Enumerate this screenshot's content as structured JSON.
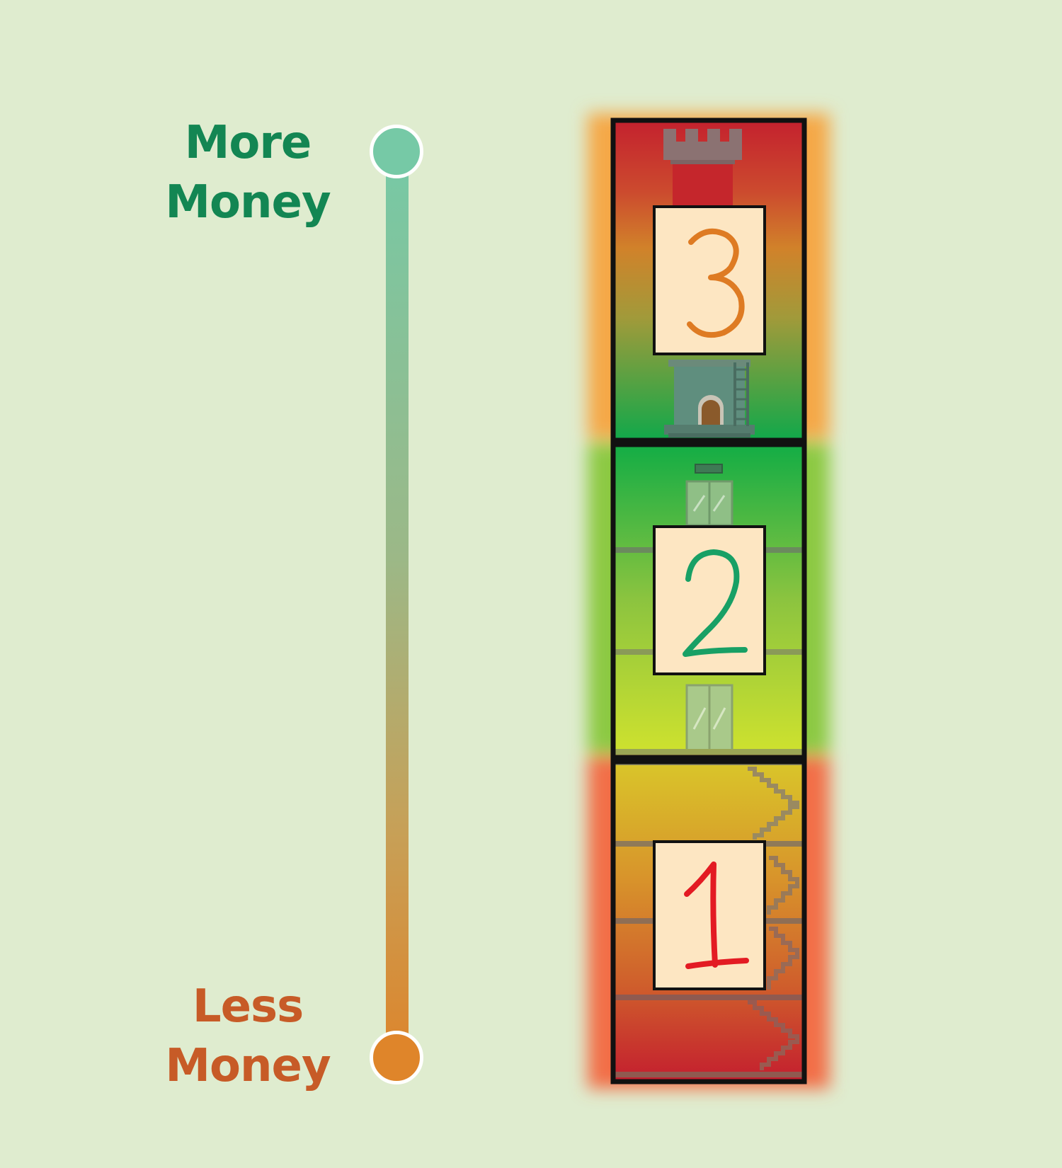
{
  "scale": {
    "top_label": [
      "More",
      "Money"
    ],
    "bottom_label": [
      "Less",
      "Money"
    ],
    "colors": {
      "top": "#76c9a6",
      "bottom": "#df852a",
      "top_text": "#138653",
      "bottom_text": "#c75b27"
    }
  },
  "levels": [
    {
      "number": "3",
      "color": "#de7b23",
      "scene": "castle-tower",
      "glow": "#f5a847"
    },
    {
      "number": "2",
      "color": "#18a065",
      "scene": "elevators",
      "glow": "#8cc943"
    },
    {
      "number": "1",
      "color": "#e31b23",
      "scene": "staircases",
      "glow": "#f26e46"
    }
  ]
}
